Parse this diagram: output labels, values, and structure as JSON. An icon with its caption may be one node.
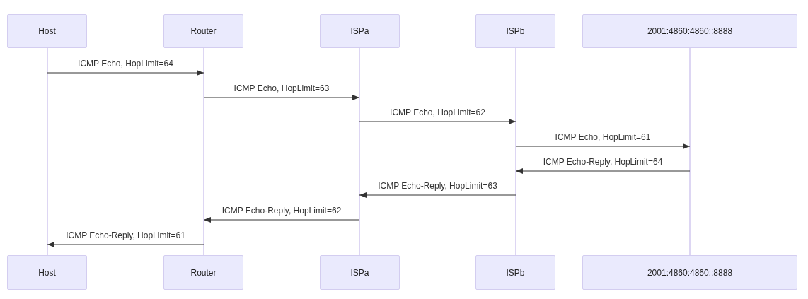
{
  "diagram": {
    "nodes": [
      {
        "text": [
          "Host"
        ]
      },
      {
        "text": [
          "Router"
        ]
      },
      {
        "text": [
          "ISPa"
        ]
      },
      {
        "text": [
          "ISPb"
        ]
      },
      {
        "text": [
          "2001:4860:4860::8888"
        ]
      },
      {
        "text": [],
        "shape": "line"
      },
      {
        "text": [],
        "shape": "line"
      },
      {
        "text": [],
        "shape": "line"
      },
      {
        "text": [],
        "shape": "line"
      },
      {
        "text": [],
        "shape": "line"
      },
      {
        "text": [
          "Host"
        ]
      },
      {
        "text": [
          "Router"
        ]
      },
      {
        "text": [
          "ISPa"
        ]
      },
      {
        "text": [
          "ISPb"
        ]
      },
      {
        "text": [
          "2001:4860:4860::8888"
        ]
      }
    ],
    "edges": [
      {
        "from": 5,
        "to": 6,
        "arrow": "to",
        "label": "ICMP Echo, HopLimit=64"
      },
      {
        "from": 6,
        "to": 7,
        "arrow": "to",
        "label": "ICMP Echo, HopLimit=63"
      },
      {
        "from": 7,
        "to": 8,
        "arrow": "to",
        "label": "ICMP Echo, HopLimit=62"
      },
      {
        "from": 8,
        "to": 9,
        "arrow": "to",
        "label": "ICMP Echo, HopLimit=61"
      },
      {
        "from": 9,
        "to": 8,
        "arrow": "to",
        "label": "ICMP Echo-Reply, HopLimit=64"
      },
      {
        "from": 8,
        "to": 7,
        "arrow": "to",
        "label": "ICMP Echo-Reply, HopLimit=63"
      },
      {
        "from": 7,
        "to": 6,
        "arrow": "to",
        "label": "ICMP Echo-Reply, HopLimit=62"
      },
      {
        "from": 6,
        "to": 5,
        "arrow": "to",
        "label": "ICMP Echo-Reply, HopLimit=61"
      }
    ]
  }
}
